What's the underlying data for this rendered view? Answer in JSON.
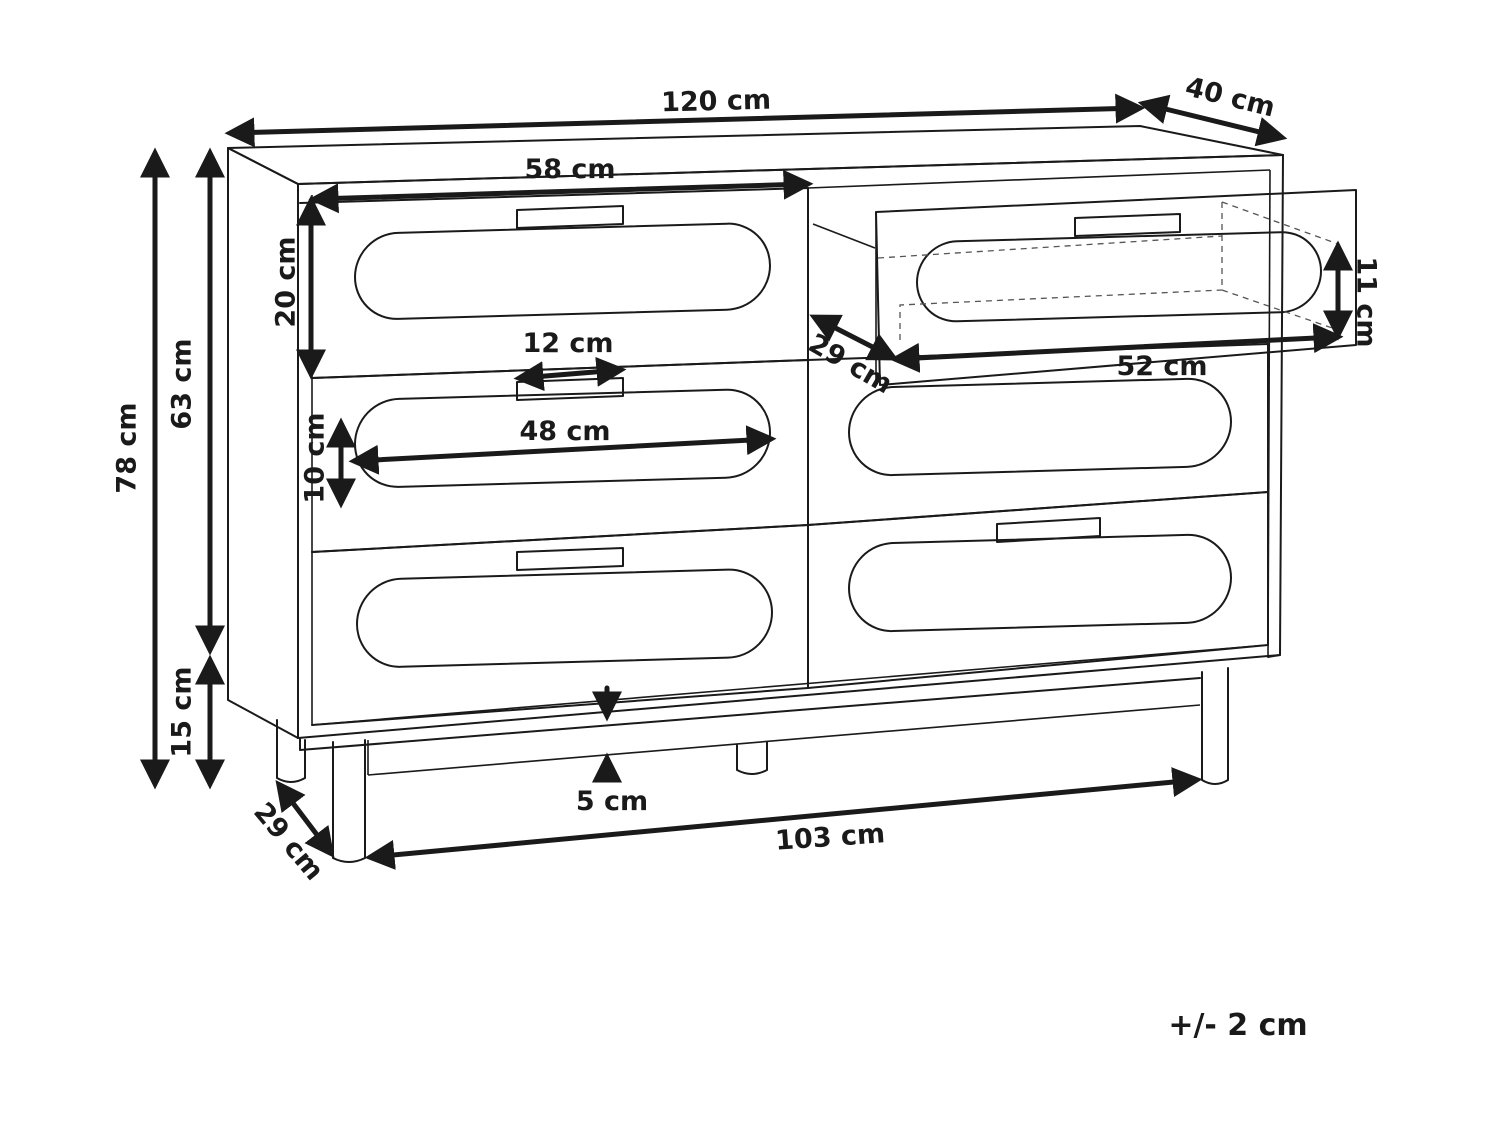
{
  "labels": {
    "width_total": "120 cm",
    "depth_total": "40 cm",
    "height_total": "78 cm",
    "height_body": "63 cm",
    "height_legs": "15 cm",
    "drawer_front_width": "58 cm",
    "drawer_front_height": "20 cm",
    "handle_width": "12 cm",
    "cutout_width": "48 cm",
    "cutout_height": "10 cm",
    "drawer_inner_depth": "29 cm",
    "drawer_inner_height": "11 cm",
    "drawer_inner_width": "52 cm",
    "base_clearance": "5 cm",
    "leg_span_width": "103 cm",
    "leg_span_depth": "29 cm",
    "tolerance": "+/- 2 cm"
  }
}
